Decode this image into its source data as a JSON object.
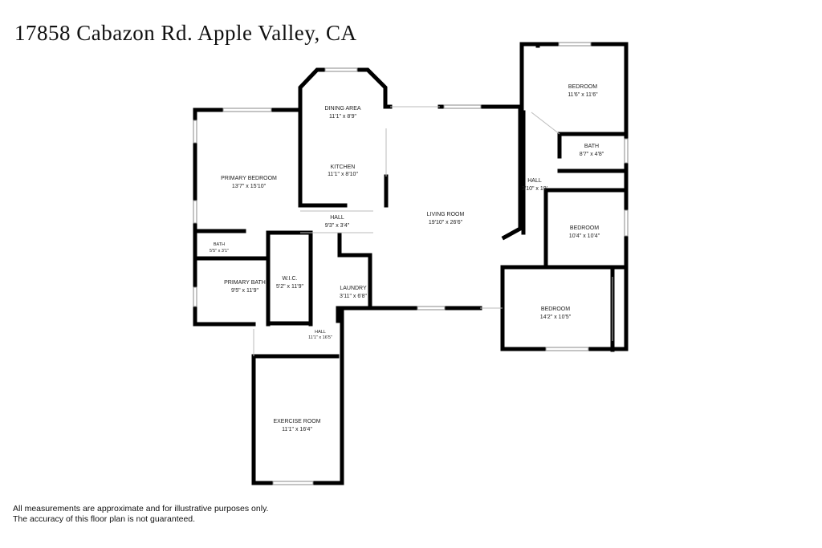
{
  "title": "17858 Cabazon Rd. Apple Valley, CA",
  "rooms": {
    "dining": {
      "name": "DINING AREA",
      "dims": "11'1\" x 8'9\""
    },
    "kitchen": {
      "name": "KITCHEN",
      "dims": "11'1\" x 8'10\""
    },
    "primary_bedroom": {
      "name": "PRIMARY BEDROOM",
      "dims": "13'7\" x 15'10\""
    },
    "bath_small": {
      "name": "BATH",
      "dims": "5'5\" x 3'1\""
    },
    "primary_bath": {
      "name": "PRIMARY BATH",
      "dims": "9'5\" x 11'9\""
    },
    "wic": {
      "name": "W.I.C.",
      "dims": "5'2\" x 11'9\""
    },
    "hall_center": {
      "name": "HALL",
      "dims": "9'3\" x 3'4\""
    },
    "laundry": {
      "name": "LAUNDRY",
      "dims": "3'11\" x 6'8\""
    },
    "hall_lower": {
      "name": "HALL",
      "dims": "11'1\" x 16'5\""
    },
    "exercise": {
      "name": "EXERCISE ROOM",
      "dims": "11'1\" x 16'4\""
    },
    "living": {
      "name": "LIVING ROOM",
      "dims": "19'10\" x 26'6\""
    },
    "hall_right": {
      "name": "HALL",
      "dims": "3'10\" x 19'"
    },
    "bedroom_top": {
      "name": "BEDROOM",
      "dims": "11'6\" x 11'6\""
    },
    "bath_right": {
      "name": "BATH",
      "dims": "8'7\" x 4'8\""
    },
    "bedroom_mid": {
      "name": "BEDROOM",
      "dims": "10'4\" x 10'4\""
    },
    "bedroom_bottom": {
      "name": "BEDROOM",
      "dims": "14'2\" x 10'5\""
    }
  },
  "disclaimer": {
    "line1": "All measurements are approximate and for illustrative purposes only.",
    "line2": "The accuracy of this floor plan is not guaranteed."
  }
}
